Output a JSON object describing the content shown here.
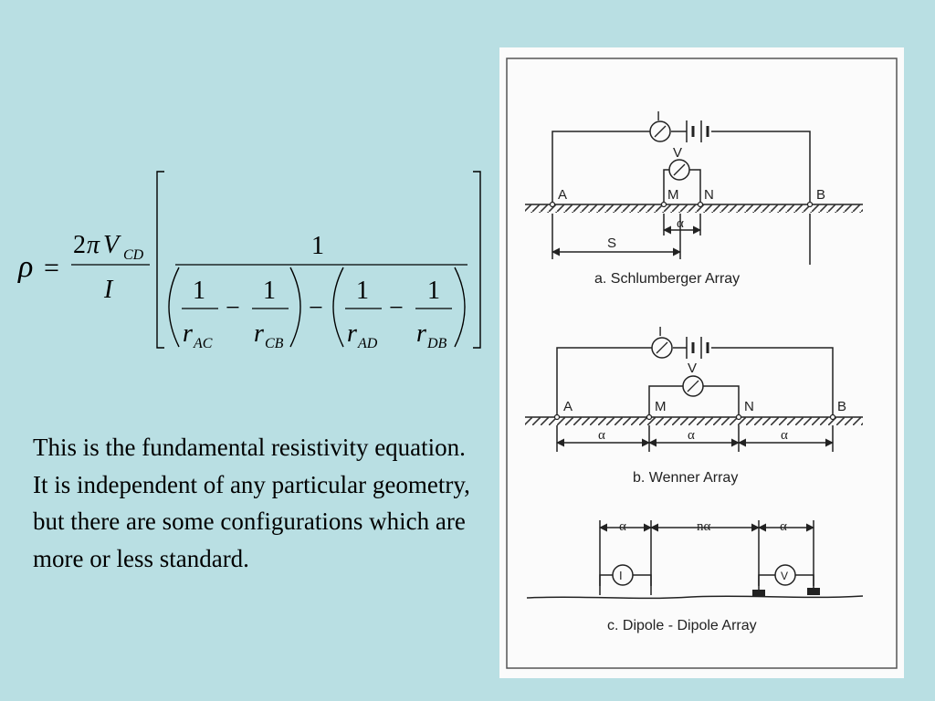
{
  "equation": {
    "rho": "ρ",
    "equals": "=",
    "two": "2",
    "pi": "π",
    "v": "V",
    "cd": "CD",
    "current": "I",
    "one": "1",
    "minus": "−",
    "r": "r",
    "ac": "AC",
    "cb": "CB",
    "ad": "AD",
    "db": "DB"
  },
  "caption": "This is the fundamental resistivity equation.   It is independent of any particular geometry, but there are some configurations which are more or less standard.",
  "figure": {
    "schlumberger": {
      "current": "I",
      "voltage": "V",
      "a": "A",
      "m": "M",
      "n": "N",
      "b": "B",
      "alpha": "α",
      "s": "S",
      "title": "a. Schlumberger Array"
    },
    "wenner": {
      "current": "I",
      "voltage": "V",
      "a": "A",
      "m": "M",
      "n": "N",
      "b": "B",
      "alpha1": "α",
      "alpha2": "α",
      "alpha3": "α",
      "title": "b. Wenner Array"
    },
    "dipole": {
      "alpha1": "α",
      "n_alpha": "nα",
      "alpha2": "α",
      "current": "I",
      "voltage": "V",
      "title": "c. Dipole - Dipole Array"
    }
  }
}
